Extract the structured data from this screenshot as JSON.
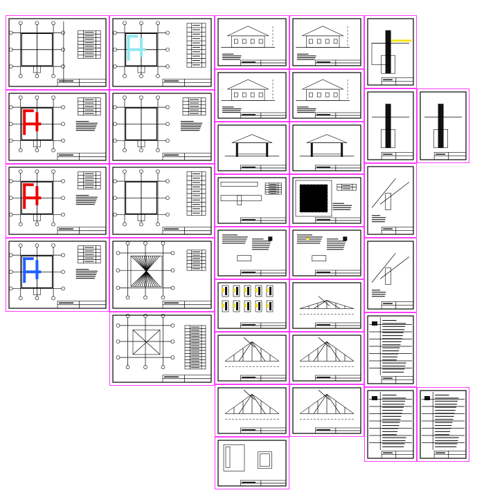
{
  "app": {
    "view": "drawing-sheet-layout",
    "sheet_border_color": "#ff3cff",
    "line_color": "#000000",
    "accent_colors": {
      "highlight_red": "#ee0000",
      "highlight_blue": "#2060ff",
      "highlight_cyan": "#8ee8ef",
      "highlight_yellow": "#f4e21a"
    }
  },
  "sheets": [
    {
      "id": "c1-1",
      "kind": "plan-site"
    },
    {
      "id": "c1-2",
      "kind": "plan-red"
    },
    {
      "id": "c1-3",
      "kind": "plan-red"
    },
    {
      "id": "c1-4",
      "kind": "plan-blue"
    },
    {
      "id": "c2-1",
      "kind": "plan-cyan"
    },
    {
      "id": "c2-2",
      "kind": "plan-grid"
    },
    {
      "id": "c2-3",
      "kind": "plan-furn"
    },
    {
      "id": "c2-4",
      "kind": "roof-plan"
    },
    {
      "id": "c2-5",
      "kind": "roof-diag"
    },
    {
      "id": "c3-1",
      "kind": "elevation"
    },
    {
      "id": "c3-2",
      "kind": "elevation"
    },
    {
      "id": "c3-3",
      "kind": "section"
    },
    {
      "id": "c3-4",
      "kind": "details"
    },
    {
      "id": "c3-5",
      "kind": "details2"
    },
    {
      "id": "c3-6",
      "kind": "columns"
    },
    {
      "id": "c3-7",
      "kind": "truss"
    },
    {
      "id": "c3-8",
      "kind": "truss"
    },
    {
      "id": "c3-9",
      "kind": "window"
    },
    {
      "id": "c4-1",
      "kind": "elevation"
    },
    {
      "id": "c4-2",
      "kind": "elevation"
    },
    {
      "id": "c4-3",
      "kind": "section"
    },
    {
      "id": "c4-4",
      "kind": "square-plan"
    },
    {
      "id": "c4-5",
      "kind": "details3"
    },
    {
      "id": "c4-6",
      "kind": "truss-flat"
    },
    {
      "id": "c4-7",
      "kind": "truss"
    },
    {
      "id": "c4-8",
      "kind": "truss"
    },
    {
      "id": "c5-1",
      "kind": "foundation"
    },
    {
      "id": "c5-2",
      "kind": "foundation-sm"
    },
    {
      "id": "c5-3",
      "kind": "roof-node"
    },
    {
      "id": "c5-4",
      "kind": "roof-node2"
    },
    {
      "id": "c5-5",
      "kind": "spec"
    },
    {
      "id": "c5-6",
      "kind": "spec"
    },
    {
      "id": "c6-1",
      "kind": "foundation-sm"
    },
    {
      "id": "c6-2",
      "kind": "spec"
    }
  ]
}
